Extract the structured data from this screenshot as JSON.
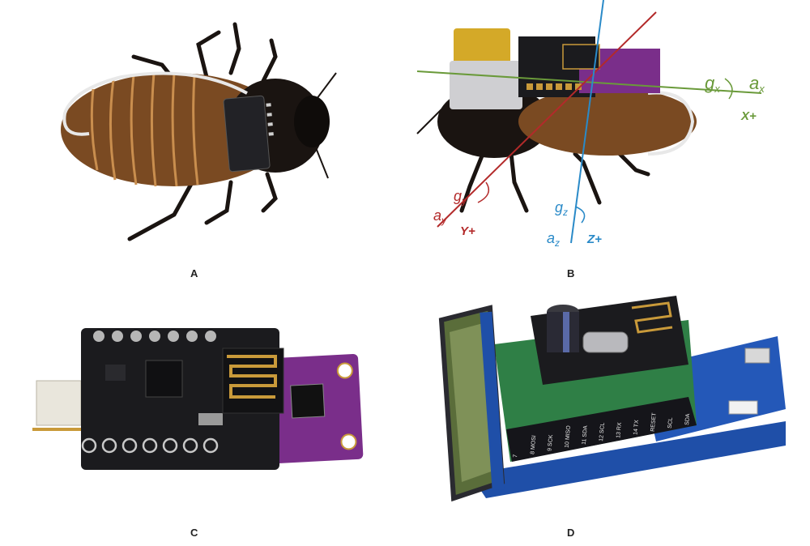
{
  "panels": [
    {
      "id": "A",
      "label": "A"
    },
    {
      "id": "B",
      "label": "B"
    },
    {
      "id": "C",
      "label": "C"
    },
    {
      "id": "D",
      "label": "D"
    }
  ],
  "axes": {
    "x": {
      "gyro": "g",
      "gyro_sub": "x",
      "accel": "a",
      "accel_sub": "x",
      "dir": "X+",
      "color": "#6a9a3a"
    },
    "y": {
      "gyro": "g",
      "gyro_sub": "y",
      "accel": "a",
      "accel_sub": "y",
      "dir": "Y+",
      "color": "#b32a2a"
    },
    "z": {
      "gyro": "g",
      "gyro_sub": "z",
      "accel": "a",
      "accel_sub": "z",
      "dir": "Z+",
      "color": "#2a8ac8"
    }
  },
  "board_d_pins": [
    "7",
    "8 MOSI",
    "9 SCK",
    "10 MISO",
    "11 SDA",
    "12 SCL",
    "13 RX",
    "14 TX",
    "RESET",
    "SCL",
    "SDA"
  ],
  "colors": {
    "roach_body": "#7a4a22",
    "roach_dark": "#1a1411",
    "pcb_black": "#1b1b1e",
    "pcb_purple": "#7a2e8a",
    "pcb_green": "#2f7f46",
    "pcb_blue": "#1f4fa8",
    "gold": "#c99a3a"
  }
}
